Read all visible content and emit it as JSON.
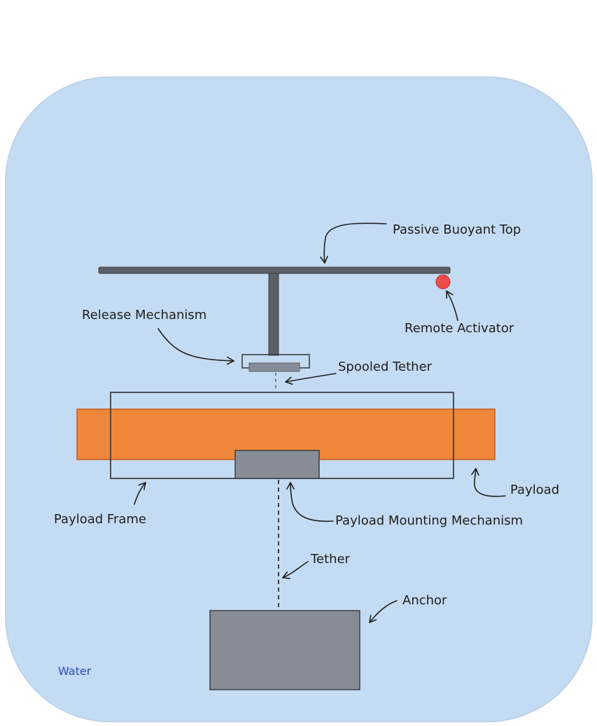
{
  "colors": {
    "water": "#c4dcf3",
    "payload": "#ee8739",
    "payload_stroke": "#c95a1f",
    "dark_gray": "#5b5f66",
    "block_gray": "#868d96",
    "activator": "#ef4b4b",
    "ink": "#1e1e1e",
    "water_label": "#2f47c4"
  },
  "labels": {
    "buoyant_top": "Passive Buoyant Top",
    "remote_activator": "Remote Activator",
    "release_mechanism": "Release Mechanism",
    "spooled_tether": "Spooled Tether",
    "payload": "Payload",
    "payload_frame": "Payload Frame",
    "payload_mounting": "Payload Mounting Mechanism",
    "tether": "Tether",
    "anchor": "Anchor",
    "water": "Water"
  }
}
